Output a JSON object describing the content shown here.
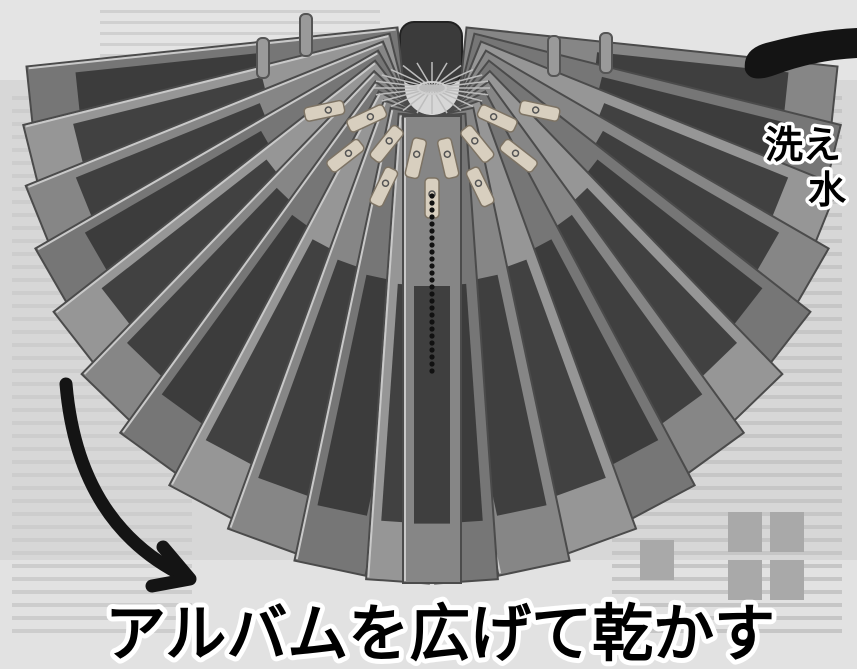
{
  "caption": {
    "text": "アルバムを広げて乾かす"
  },
  "side_note": {
    "line1": "洗え",
    "line2": "水"
  },
  "colors": {
    "text_fill": "#000000",
    "text_outline": "#ffffff",
    "annotation": "#141414",
    "photo_window": "#333333",
    "clothespin": "#d8cfbf"
  },
  "icons": {
    "arrow": "curved-arrow-icon",
    "brush_stroke": "brush-stroke-icon"
  }
}
